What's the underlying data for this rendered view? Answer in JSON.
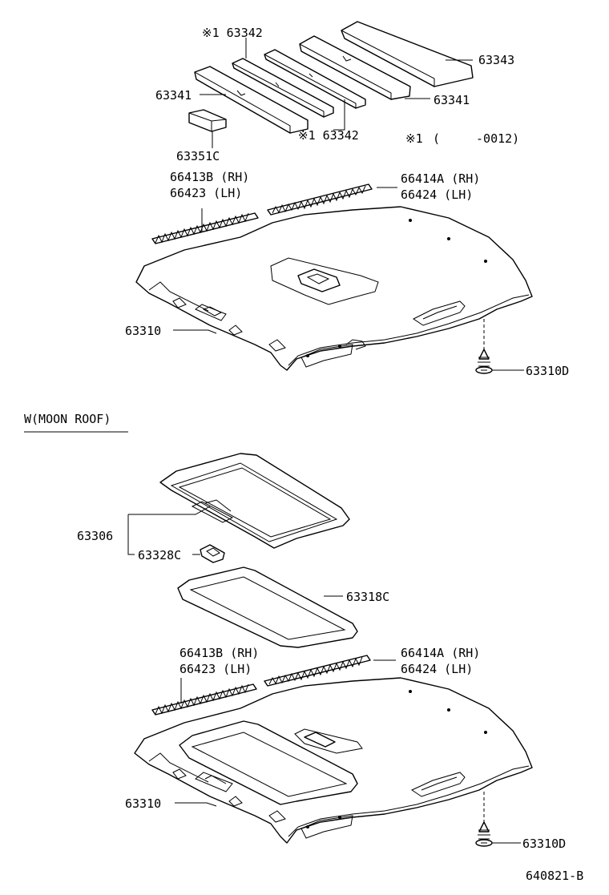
{
  "diagram_id": "640821-B",
  "note": {
    "marker": "※1",
    "range": "(　　　-0012)"
  },
  "section_title": "W(MOON ROOF)",
  "labels": {
    "p63342_a": "※1 63342",
    "p63342_b": "※1 63342",
    "p63343": "63343",
    "p63341_a": "63341",
    "p63341_b": "63341",
    "p63351c": "63351C",
    "p66413b_rh_1": "66413B (RH)",
    "p66423_lh_1": "66423  (LH)",
    "p66414a_rh_1": "66414A (RH)",
    "p66424_lh_1": "66424  (LH)",
    "p63310_1": "63310",
    "p63310d_1": "63310D",
    "p63306": "63306",
    "p63328c": "63328C",
    "p63318c": "63318C",
    "p66413b_rh_2": "66413B (RH)",
    "p66423_lh_2": "66423  (LH)",
    "p66414a_rh_2": "66414A (RH)",
    "p66424_lh_2": "66424  (LH)",
    "p63310_2": "63310",
    "p63310d_2": "63310D"
  }
}
